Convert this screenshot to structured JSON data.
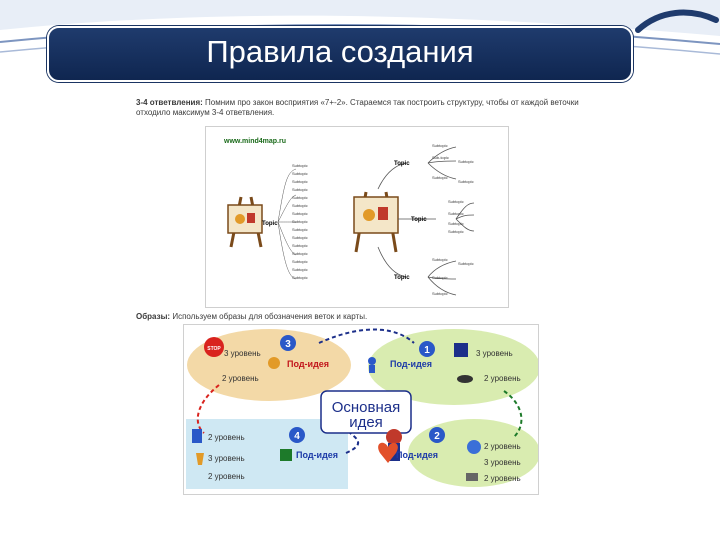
{
  "slide": {
    "title": "Правила создания"
  },
  "caption1": {
    "label": "3-4 ответвления:",
    "text": "Помним про закон восприятия «7+-2». Стараемся так построить структуру, чтобы от каждой веточки отходило максимум 3-4 ответвления."
  },
  "panel1": {
    "url": "www.mind4map.ru",
    "topic": "Topic",
    "subtopic": "Subtopic",
    "subtopic_short": "Sub-topic"
  },
  "caption2": {
    "label": "Образы:",
    "text": "Используем образы для обозначения веток и карты."
  },
  "panel2": {
    "center": [
      "Основная",
      "идея"
    ],
    "sub_idea": "Под-идея",
    "level2": "2 уровень",
    "level3": "3 уровень",
    "num1": "1",
    "num2": "2",
    "num3": "3",
    "num4": "4",
    "stop": "STOP"
  },
  "colors": {
    "title_bar": "#1f3b6d",
    "blob_orange": "#f3d9a7",
    "blob_green": "#d9ecb0",
    "blob_blue": "#cfe8f3",
    "arrow_red": "#d9231e",
    "arrow_blue": "#1c2f8a",
    "arrow_green": "#1d7a2a",
    "badge_blue": "#2a58c8",
    "sub_idea_red": "#c2151b",
    "sub_idea_blue": "#1c3aa8"
  }
}
